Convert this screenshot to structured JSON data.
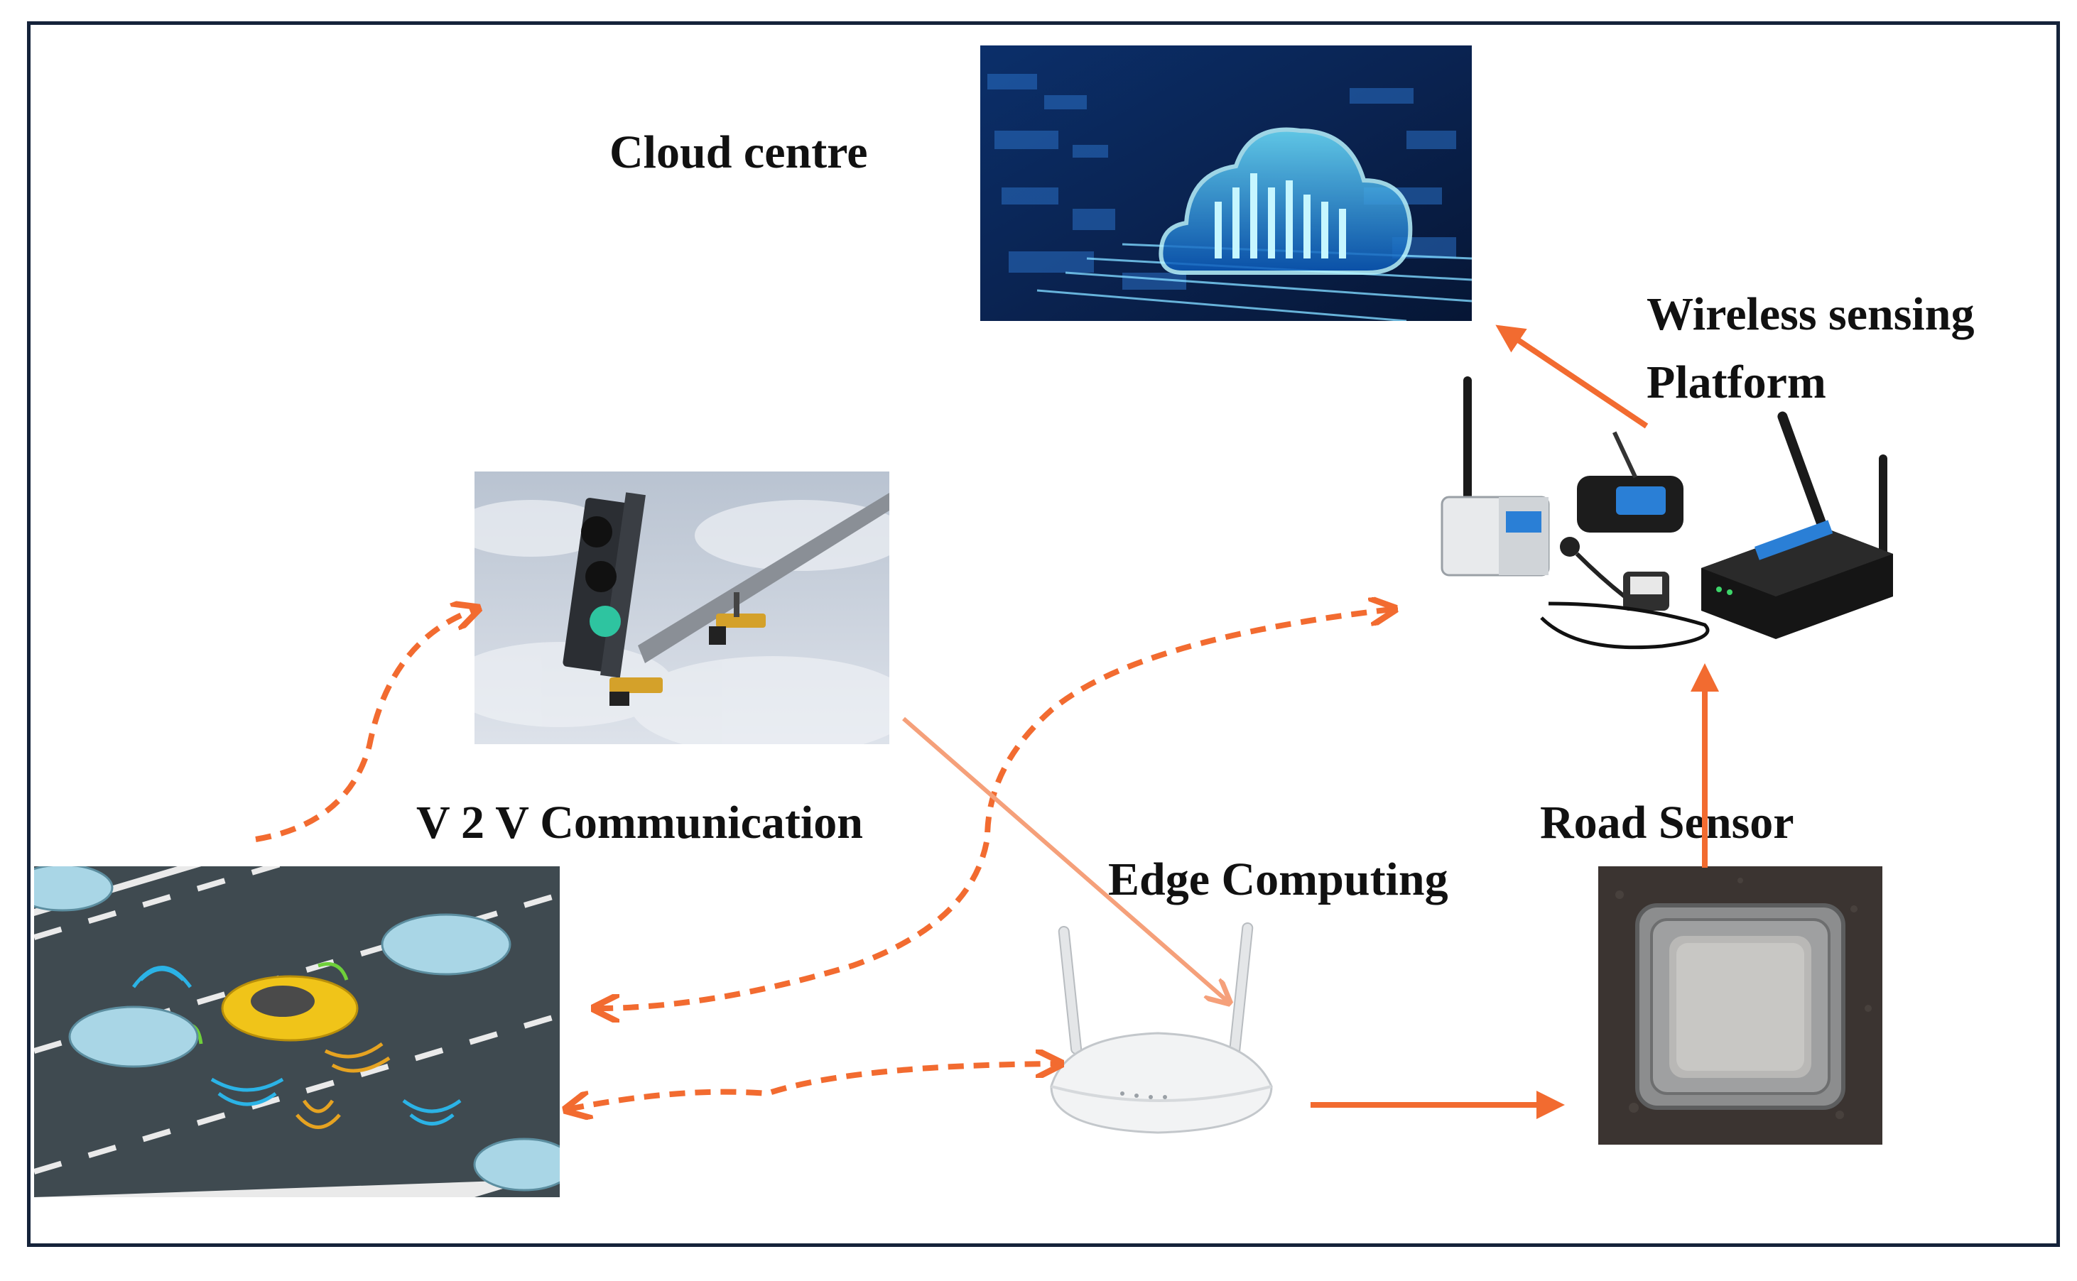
{
  "diagram": {
    "labels": {
      "cloud": "Cloud centre",
      "wireless_line1": "Wireless sensing",
      "wireless_line2": "Platform",
      "v2v": "V 2 V Communication",
      "edge": "Edge Computing",
      "road_sensor": "Road Sensor"
    },
    "nodes": [
      {
        "id": "cloud",
        "icon": "cloud-computing-illustration"
      },
      {
        "id": "traffic-light",
        "icon": "traffic-light-camera-photo"
      },
      {
        "id": "wireless-platform",
        "icon": "wireless-sensor-devices-photo"
      },
      {
        "id": "vehicles",
        "icon": "connected-vehicles-illustration"
      },
      {
        "id": "edge-router",
        "icon": "wifi-router-photo"
      },
      {
        "id": "road-sensor",
        "icon": "road-sensor-photo"
      }
    ],
    "colors": {
      "arrow": "#f26b30",
      "arrow_light": "#f5a07a",
      "frame": "#15233a"
    }
  }
}
